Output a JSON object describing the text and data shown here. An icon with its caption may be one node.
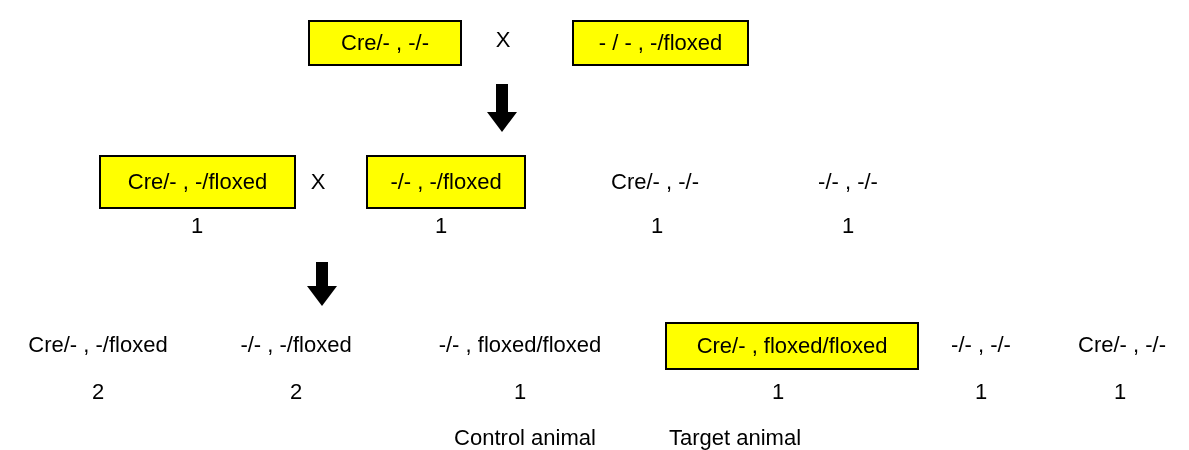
{
  "diagram": {
    "nodes": [
      {
        "text": [
          "Cre/- ,  -/-"
        ]
      },
      {
        "text": [
          "- / - , -/floxed"
        ]
      },
      {
        "text": [
          "Cre/- , -/floxed"
        ],
        "beside": [
          "1"
        ]
      },
      {
        "text": [
          "-/- , -/floxed"
        ],
        "beside": [
          "1"
        ]
      },
      {
        "text": [
          "Cre/- , floxed/floxed"
        ],
        "beside": [
          "1",
          "Target animal"
        ]
      }
    ],
    "labels": [
      "X",
      "X",
      "Cre/- , -/-",
      "-/- , -/-",
      "1",
      "1",
      "Cre/- , -/floxed",
      "-/- , -/floxed",
      "-/- , floxed/floxed",
      "-/- , -/-",
      "Cre/- , -/-",
      "2",
      "2",
      "1",
      "1",
      "1",
      "Control animal"
    ]
  }
}
